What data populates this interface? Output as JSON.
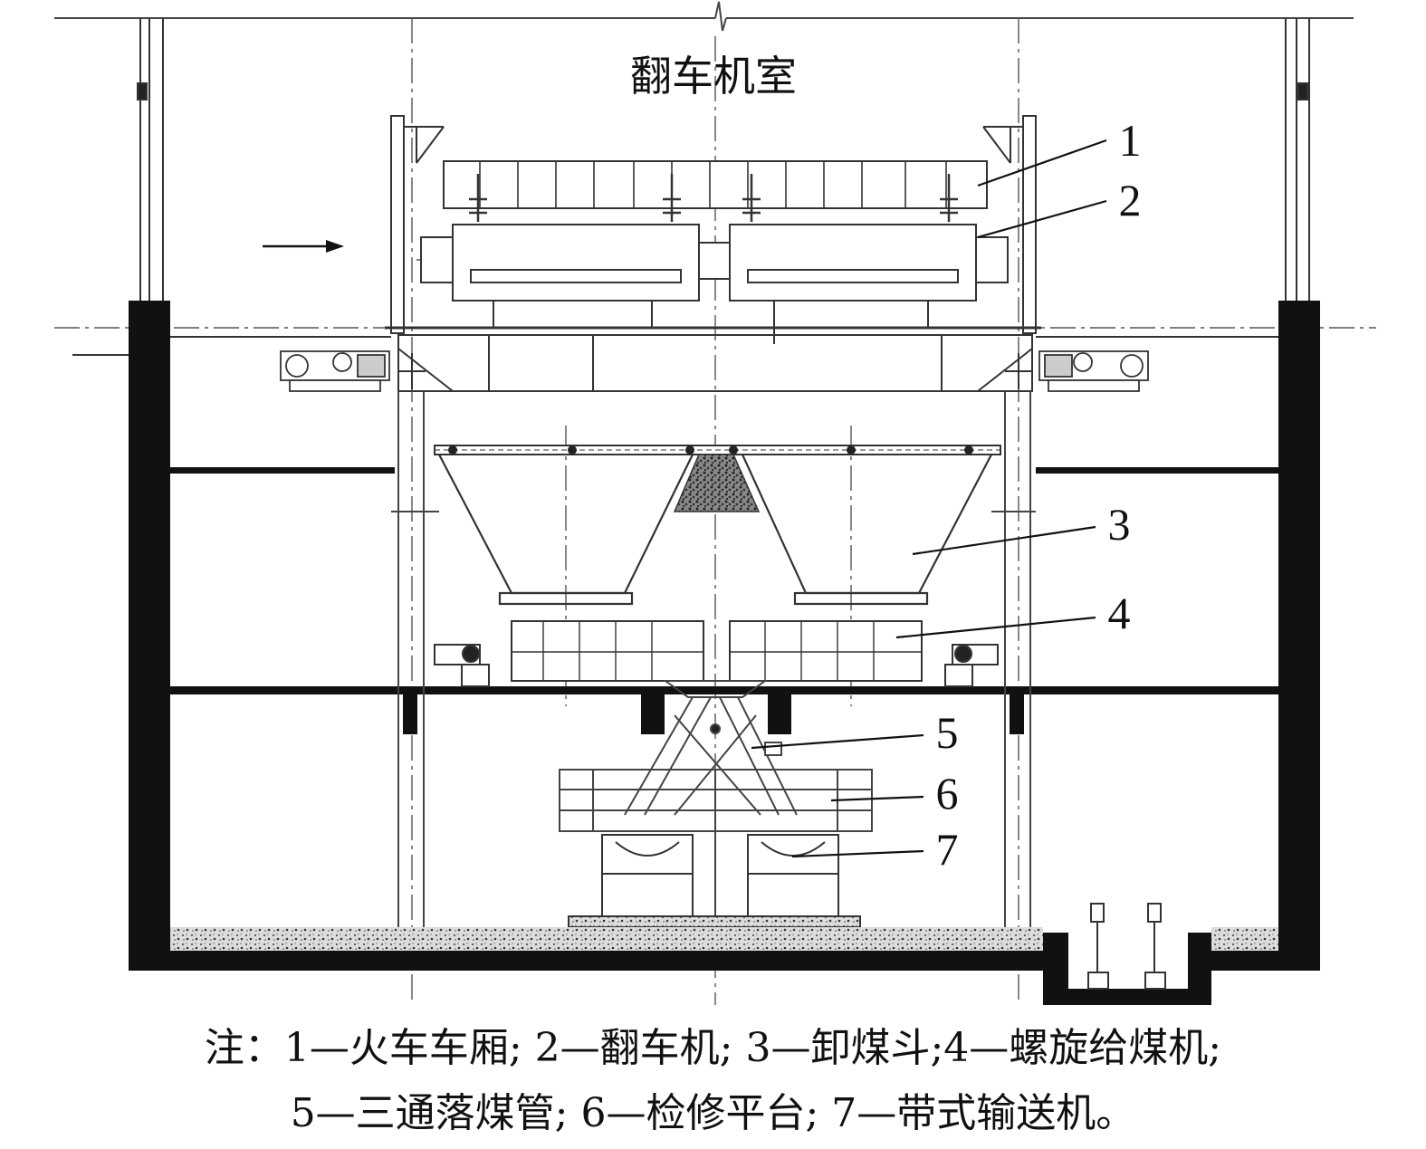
{
  "diagram": {
    "room_label": "翻车机室",
    "callouts": [
      {
        "num": "1",
        "name": "火车车厢"
      },
      {
        "num": "2",
        "name": "翻车机"
      },
      {
        "num": "3",
        "name": "卸煤斗"
      },
      {
        "num": "4",
        "name": "螺旋给煤机"
      },
      {
        "num": "5",
        "name": "三通落煤管"
      },
      {
        "num": "6",
        "name": "检修平台"
      },
      {
        "num": "7",
        "name": "带式输送机"
      }
    ],
    "flow_direction_icon": "arrow-right-icon"
  },
  "caption": {
    "line1": "注：1—火车车厢; 2—翻车机; 3—卸煤斗;4—螺旋给煤机;",
    "line2": "5—三通落煤管; 6—检修平台; 7—带式输送机。"
  }
}
